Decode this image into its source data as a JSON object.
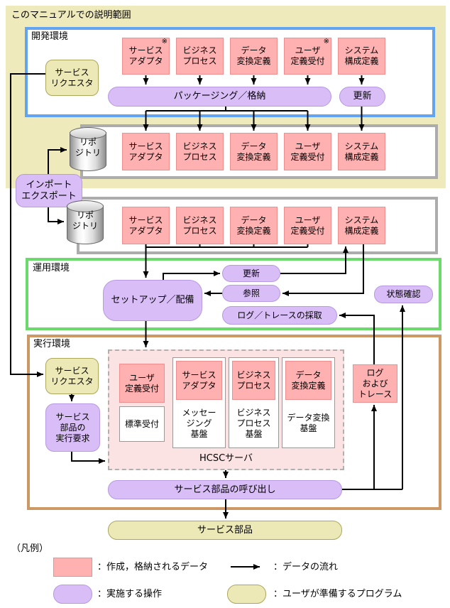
{
  "scope_label": "このマニュアルでの説明範囲",
  "note_mark": "※",
  "artifact_labels": [
    "サービス\nアダプタ",
    "ビジネス\nプロセス",
    "データ\n変換定義",
    "ユーザ\n定義受付",
    "システム\n構成定義"
  ],
  "repository_label": "リポ\nジトリ",
  "dev_env": {
    "label": "開発環境",
    "service_requester": "サービス\nリクエスタ",
    "packaging": "パッケージング／格納",
    "update": "更新"
  },
  "import_export": "インポート\nエクスポート",
  "ops_env": {
    "label": "運用環境",
    "setup": "セットアップ／配備",
    "update": "更新",
    "reference": "参照",
    "log_trace_collection": "ログ／トレースの採取",
    "status_check": "状態確認"
  },
  "exec_env": {
    "label": "実行環境",
    "service_requester": "サービス\nリクエスタ",
    "exec_request": "サービス\n部品の\n実行要求",
    "log_and_trace": "ログ\nおよび\nトレース",
    "service_call": "サービス部品の呼び出し",
    "hcsc": {
      "label": "HCSCサーバ",
      "standard_reception": "標準受付",
      "messaging_platform": "メッセー\nジング\n基盤",
      "business_process_platform": "ビジネス\nプロセス\n基盤",
      "data_conversion_platform": "データ変換\n基盤"
    }
  },
  "service_component": "サービス部品",
  "legend": {
    "title": "（凡例）",
    "created_data": "：作成，格納されるデータ",
    "data_flow": "：データの流れ",
    "operation": "：実施する操作",
    "user_program": "：ユーザが準備するプログラム"
  },
  "colors": {
    "pink": "#ffb0b0",
    "purple": "#d9bdf6",
    "khaki": "#ede9b6",
    "beige_bg": "#efeabc",
    "blue_border": "#63a4f2",
    "green_border": "#6bd96b",
    "brown_border": "#cc9966",
    "gray_border": "#acacac"
  }
}
